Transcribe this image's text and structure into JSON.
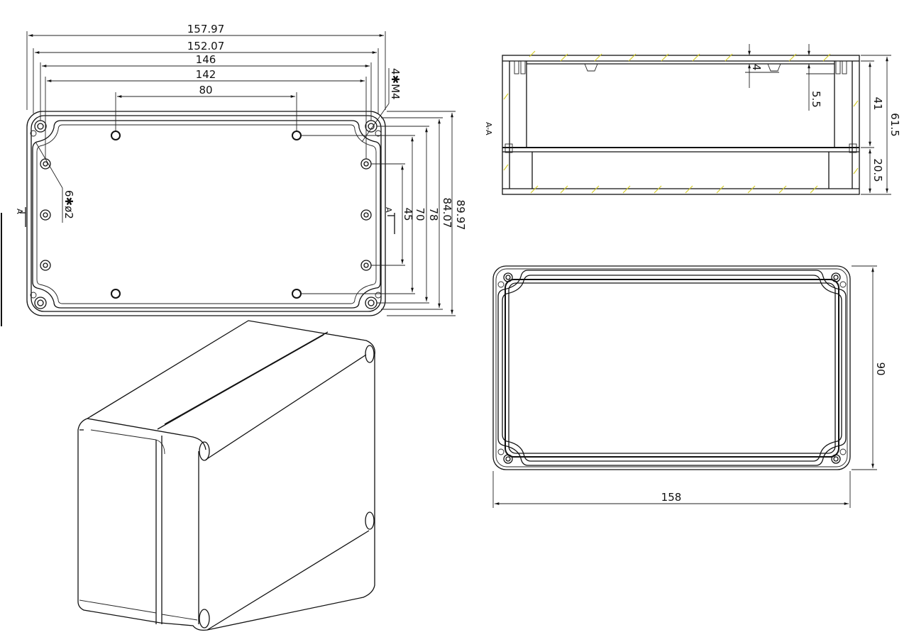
{
  "top_view": {
    "dimensions": {
      "width_outer": "157.97",
      "width_2": "152.07",
      "width_3": "146",
      "width_4": "142",
      "hole_spacing": "80",
      "height_outer": "89.97",
      "height_2": "84.07",
      "height_3": "78",
      "height_4": "70",
      "height_5": "45"
    },
    "callouts": {
      "corner_threads": "4✱M4",
      "holes": "6✱ø2"
    },
    "section_marker": "A"
  },
  "section_view": {
    "title": "A-A",
    "dimensions": {
      "total_height": "61.5",
      "upper_height": "41",
      "lower_height": "20.5",
      "rib": "4",
      "lid_step": "5.5"
    }
  },
  "bottom_view": {
    "dimensions": {
      "width": "158",
      "height": "90"
    }
  },
  "colors": {
    "line": "#111111",
    "hatch": "#d4cc2a",
    "background": "#ffffff"
  }
}
